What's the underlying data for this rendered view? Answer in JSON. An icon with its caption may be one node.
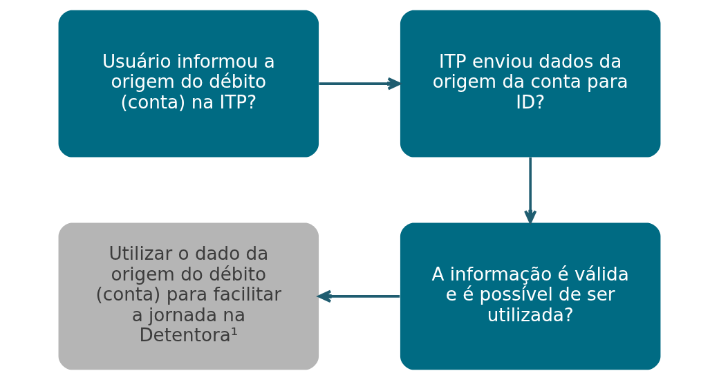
{
  "diagram": {
    "nodes": [
      {
        "text": [
          "Usuário informou a origem do débito (conta) na ITP?"
        ]
      },
      {
        "text": [
          "ITP enviou dados da origem da conta para ID?"
        ]
      },
      {
        "text": [
          "A informação é válida e é possível de ser utilizada?"
        ]
      },
      {
        "text": [
          "Utilizar o dado da origem do débito (conta) para facilitar a jornada na Detentora¹"
        ]
      }
    ],
    "edges": [
      {
        "from": 0,
        "to": 1,
        "arrow": "to"
      },
      {
        "from": 1,
        "to": 2,
        "arrow": "to"
      },
      {
        "from": 2,
        "to": 3,
        "arrow": "to"
      }
    ]
  }
}
